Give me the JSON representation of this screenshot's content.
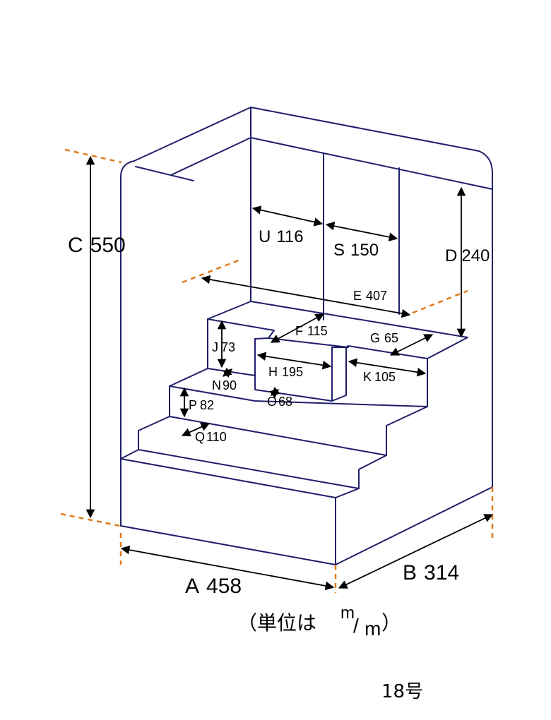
{
  "dimensions": {
    "A": {
      "letter": "A",
      "value": "458"
    },
    "B": {
      "letter": "B",
      "value": "314"
    },
    "C": {
      "letter": "C",
      "value": "550"
    },
    "D": {
      "letter": "D",
      "value": "240"
    },
    "E": {
      "letter": "E",
      "value": "407"
    },
    "F": {
      "letter": "F",
      "value": "115"
    },
    "G": {
      "letter": "G",
      "value": "65"
    },
    "H": {
      "letter": "H",
      "value": "195"
    },
    "J": {
      "letter": "J",
      "value": "73"
    },
    "K": {
      "letter": "K",
      "value": "105"
    },
    "N": {
      "letter": "N",
      "value": "90"
    },
    "O": {
      "letter": "O",
      "value": "68"
    },
    "P": {
      "letter": "P",
      "value": "82"
    },
    "Q": {
      "letter": "Q",
      "value": "110"
    },
    "S": {
      "letter": "S",
      "value": "150"
    },
    "U": {
      "letter": "U",
      "value": "116"
    }
  },
  "unit_note": {
    "open": "（単位は",
    "num": "m",
    "slash": "/",
    "den": "m",
    "close": "）"
  },
  "model_number": "18号",
  "colors": {
    "outline": "#1f1f6b",
    "dimension": "#000000",
    "extension": "#e07a1a"
  }
}
